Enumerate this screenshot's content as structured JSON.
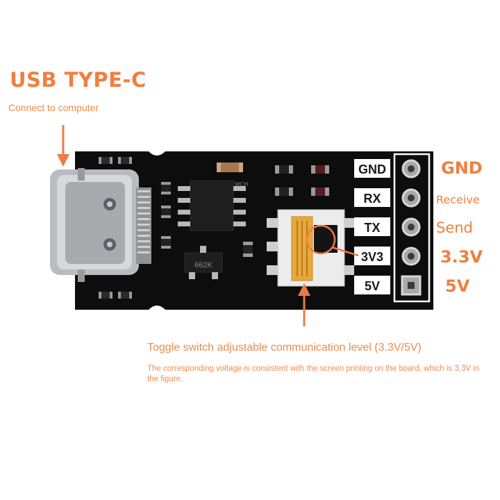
{
  "header": {
    "title": "USB TYPE-C",
    "subtitle": "Connect to computer"
  },
  "board": {
    "silkscreen_pins": [
      "GND",
      "RX",
      "TX",
      "3V3",
      "5V"
    ],
    "chip_marking": "662K",
    "ic_marking": "WCH"
  },
  "pin_callouts": [
    {
      "label": "GND",
      "style": "big"
    },
    {
      "label": "Receive",
      "style": "small"
    },
    {
      "label": "Send",
      "style": "medium"
    },
    {
      "label": "3.3V",
      "style": "big"
    },
    {
      "label": "5V",
      "style": "big"
    }
  ],
  "caption": {
    "line1": "Toggle switch adjustable communication level (3.3V/5V)",
    "line2": "The corresponding voltage is consistent with the screen printing on the board, which is 3.3V in the figure."
  },
  "colors": {
    "accent": "#f07f3f",
    "pcb": "#0d0d0d",
    "switch": "#e8a93a",
    "silk": "#ffffff"
  }
}
